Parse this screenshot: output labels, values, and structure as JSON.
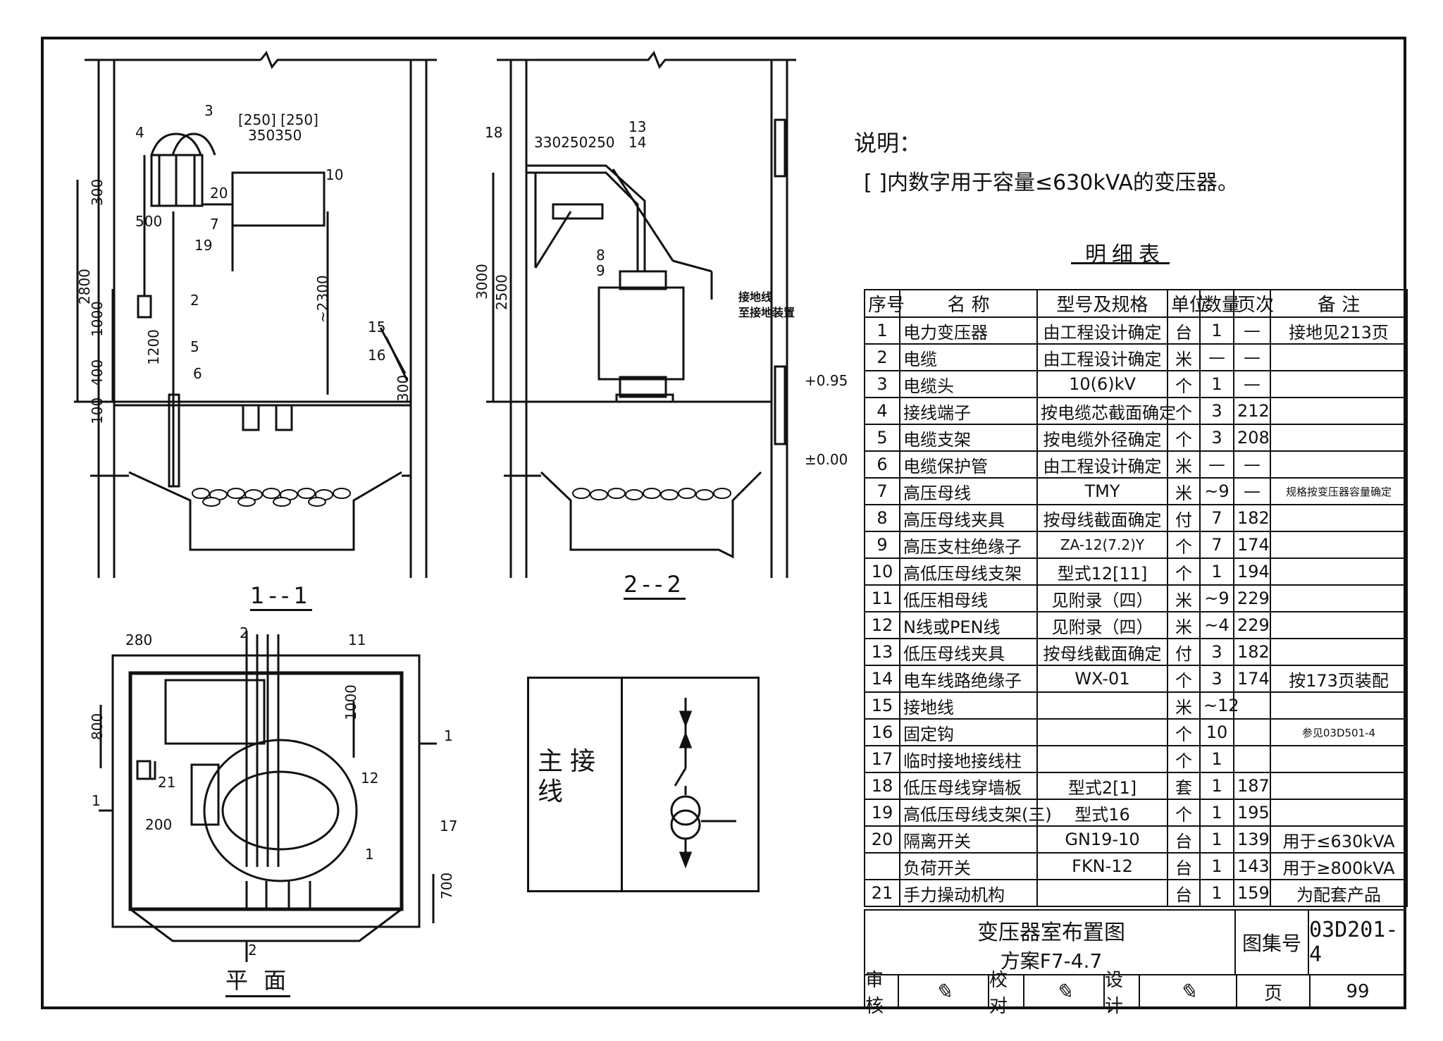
{
  "note": {
    "title": "说明：",
    "text": "[ ]内数字用于容量≤630kVA的变压器。"
  },
  "views": {
    "section_1": "1--1",
    "section_2": "2--2",
    "plan": "平  面",
    "main_wiring": "主接线"
  },
  "section1_labels": {
    "dim_250_250": "[250] [250]",
    "dim_350_350": "350350",
    "dim_300": "300",
    "dim_500": "500",
    "dim_2800": "2800",
    "dim_1000": "1000",
    "dim_1200": "1200",
    "dim_400": "400",
    "dim_100": "100",
    "dim_2300": "~2300",
    "dim_300b": "300",
    "items": [
      "3",
      "4",
      "20",
      "7",
      "19",
      "2",
      "5",
      "6",
      "10",
      "15",
      "16"
    ]
  },
  "section2_labels": {
    "dim_330": "330250250",
    "dim_3000": "3000",
    "dim_2500": "2500",
    "items": [
      "18",
      "13",
      "14",
      "8",
      "9"
    ],
    "ground_note_1": "接地线",
    "ground_note_2": "至接地装置",
    "level_high": "+0.95",
    "level_zero": "±0.00"
  },
  "plan_labels": {
    "dim_280": "280",
    "dim_800": "800",
    "dim_1000": "1000",
    "dim_200": "200",
    "dim_700": "700",
    "items": [
      "11",
      "12",
      "21",
      "1",
      "17"
    ],
    "cut_1_left": "1",
    "cut_1_right": "1",
    "cut_2_top": "2",
    "cut_2_bottom": "2"
  },
  "bom": {
    "caption": "明细表",
    "headers": [
      "序号",
      "名    称",
      "型号及规格",
      "单位",
      "数量",
      "页次",
      "备    注"
    ],
    "rows": [
      {
        "no": "1",
        "name": "电力变压器",
        "spec": "由工程设计确定",
        "unit": "台",
        "qty": "1",
        "page": "—",
        "remark": "接地见213页"
      },
      {
        "no": "2",
        "name": "电缆",
        "spec": "由工程设计确定",
        "unit": "米",
        "qty": "—",
        "page": "—",
        "remark": ""
      },
      {
        "no": "3",
        "name": "电缆头",
        "spec": "10(6)kV",
        "unit": "个",
        "qty": "1",
        "page": "—",
        "remark": ""
      },
      {
        "no": "4",
        "name": "接线端子",
        "spec": "按电缆芯截面确定",
        "unit": "个",
        "qty": "3",
        "page": "212",
        "remark": ""
      },
      {
        "no": "5",
        "name": "电缆支架",
        "spec": "按电缆外径确定",
        "unit": "个",
        "qty": "3",
        "page": "208",
        "remark": ""
      },
      {
        "no": "6",
        "name": "电缆保护管",
        "spec": "由工程设计确定",
        "unit": "米",
        "qty": "—",
        "page": "—",
        "remark": ""
      },
      {
        "no": "7",
        "name": "高压母线",
        "spec": "TMY",
        "unit": "米",
        "qty": "~9",
        "page": "—",
        "remark": "规格按变压器容量确定"
      },
      {
        "no": "8",
        "name": "高压母线夹具",
        "spec": "按母线截面确定",
        "unit": "付",
        "qty": "7",
        "page": "182",
        "remark": ""
      },
      {
        "no": "9",
        "name": "高压支柱绝缘子",
        "spec": "ZA-12(7.2)Y",
        "unit": "个",
        "qty": "7",
        "page": "174",
        "remark": ""
      },
      {
        "no": "10",
        "name": "高低压母线支架",
        "spec": "型式12[11]",
        "unit": "个",
        "qty": "1",
        "page": "194",
        "remark": ""
      },
      {
        "no": "11",
        "name": "低压相母线",
        "spec": "见附录（四）",
        "unit": "米",
        "qty": "~9",
        "page": "229",
        "remark": ""
      },
      {
        "no": "12",
        "name": "N线或PEN线",
        "spec": "见附录（四）",
        "unit": "米",
        "qty": "~4",
        "page": "229",
        "remark": ""
      },
      {
        "no": "13",
        "name": "低压母线夹具",
        "spec": "按母线截面确定",
        "unit": "付",
        "qty": "3",
        "page": "182",
        "remark": ""
      },
      {
        "no": "14",
        "name": "电车线路绝缘子",
        "spec": "WX-01",
        "unit": "个",
        "qty": "3",
        "page": "174",
        "remark": "按173页装配"
      },
      {
        "no": "15",
        "name": "接地线",
        "spec": "",
        "unit": "米",
        "qty": "~12",
        "page": "",
        "remark": ""
      },
      {
        "no": "16",
        "name": "固定钩",
        "spec": "",
        "unit": "个",
        "qty": "10",
        "page": "",
        "remark": "参见03D501-4"
      },
      {
        "no": "17",
        "name": "临时接地接线柱",
        "spec": "",
        "unit": "个",
        "qty": "1",
        "page": "",
        "remark": ""
      },
      {
        "no": "18",
        "name": "低压母线穿墙板",
        "spec": "型式2[1]",
        "unit": "套",
        "qty": "1",
        "page": "187",
        "remark": ""
      },
      {
        "no": "19",
        "name": "高低压母线支架(三)",
        "spec": "型式16",
        "unit": "个",
        "qty": "1",
        "page": "195",
        "remark": ""
      },
      {
        "no": "20",
        "name": "隔离开关",
        "spec": "GN19-10",
        "unit": "台",
        "qty": "1",
        "page": "139",
        "remark": "用于≤630kVA"
      },
      {
        "no": "",
        "name": "负荷开关",
        "spec": "FKN-12",
        "unit": "台",
        "qty": "1",
        "page": "143",
        "remark": "用于≥800kVA"
      },
      {
        "no": "21",
        "name": "手力操动机构",
        "spec": "",
        "unit": "台",
        "qty": "1",
        "page": "159",
        "remark": "为配套产品"
      }
    ]
  },
  "title_block": {
    "title": "变压器室布置图",
    "subtitle": "方案F7-4.7",
    "atlas_label": "图集号",
    "atlas_no": "03D201-4",
    "review_label": "审核",
    "check_label": "校对",
    "design_label": "设计",
    "page_label": "页",
    "page_no": "99"
  }
}
